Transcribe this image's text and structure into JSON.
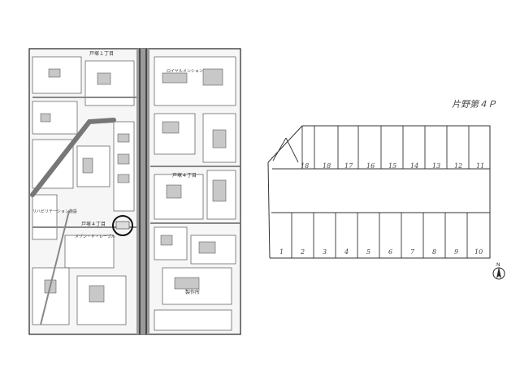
{
  "map": {
    "top_label": "戸塚１丁目",
    "labels": {
      "totsuka4_center": "戸塚４丁目",
      "totsuka4_lower": "戸塚４丁目",
      "shop": "ロイヤルメンション",
      "facility": "リハビリテーション施設",
      "mansion": "メゾン・ド・レーブル",
      "factory": "製作所"
    }
  },
  "plan": {
    "title": "片野第４Ｐ",
    "top_row": [
      "18",
      "18",
      "17",
      "16",
      "15",
      "14",
      "13",
      "12",
      "11"
    ],
    "bottom_row": [
      "1",
      "2",
      "3",
      "4",
      "5",
      "6",
      "7",
      "8",
      "9",
      "10"
    ],
    "north_label": "N",
    "north_icon": "north-arrow-icon"
  }
}
